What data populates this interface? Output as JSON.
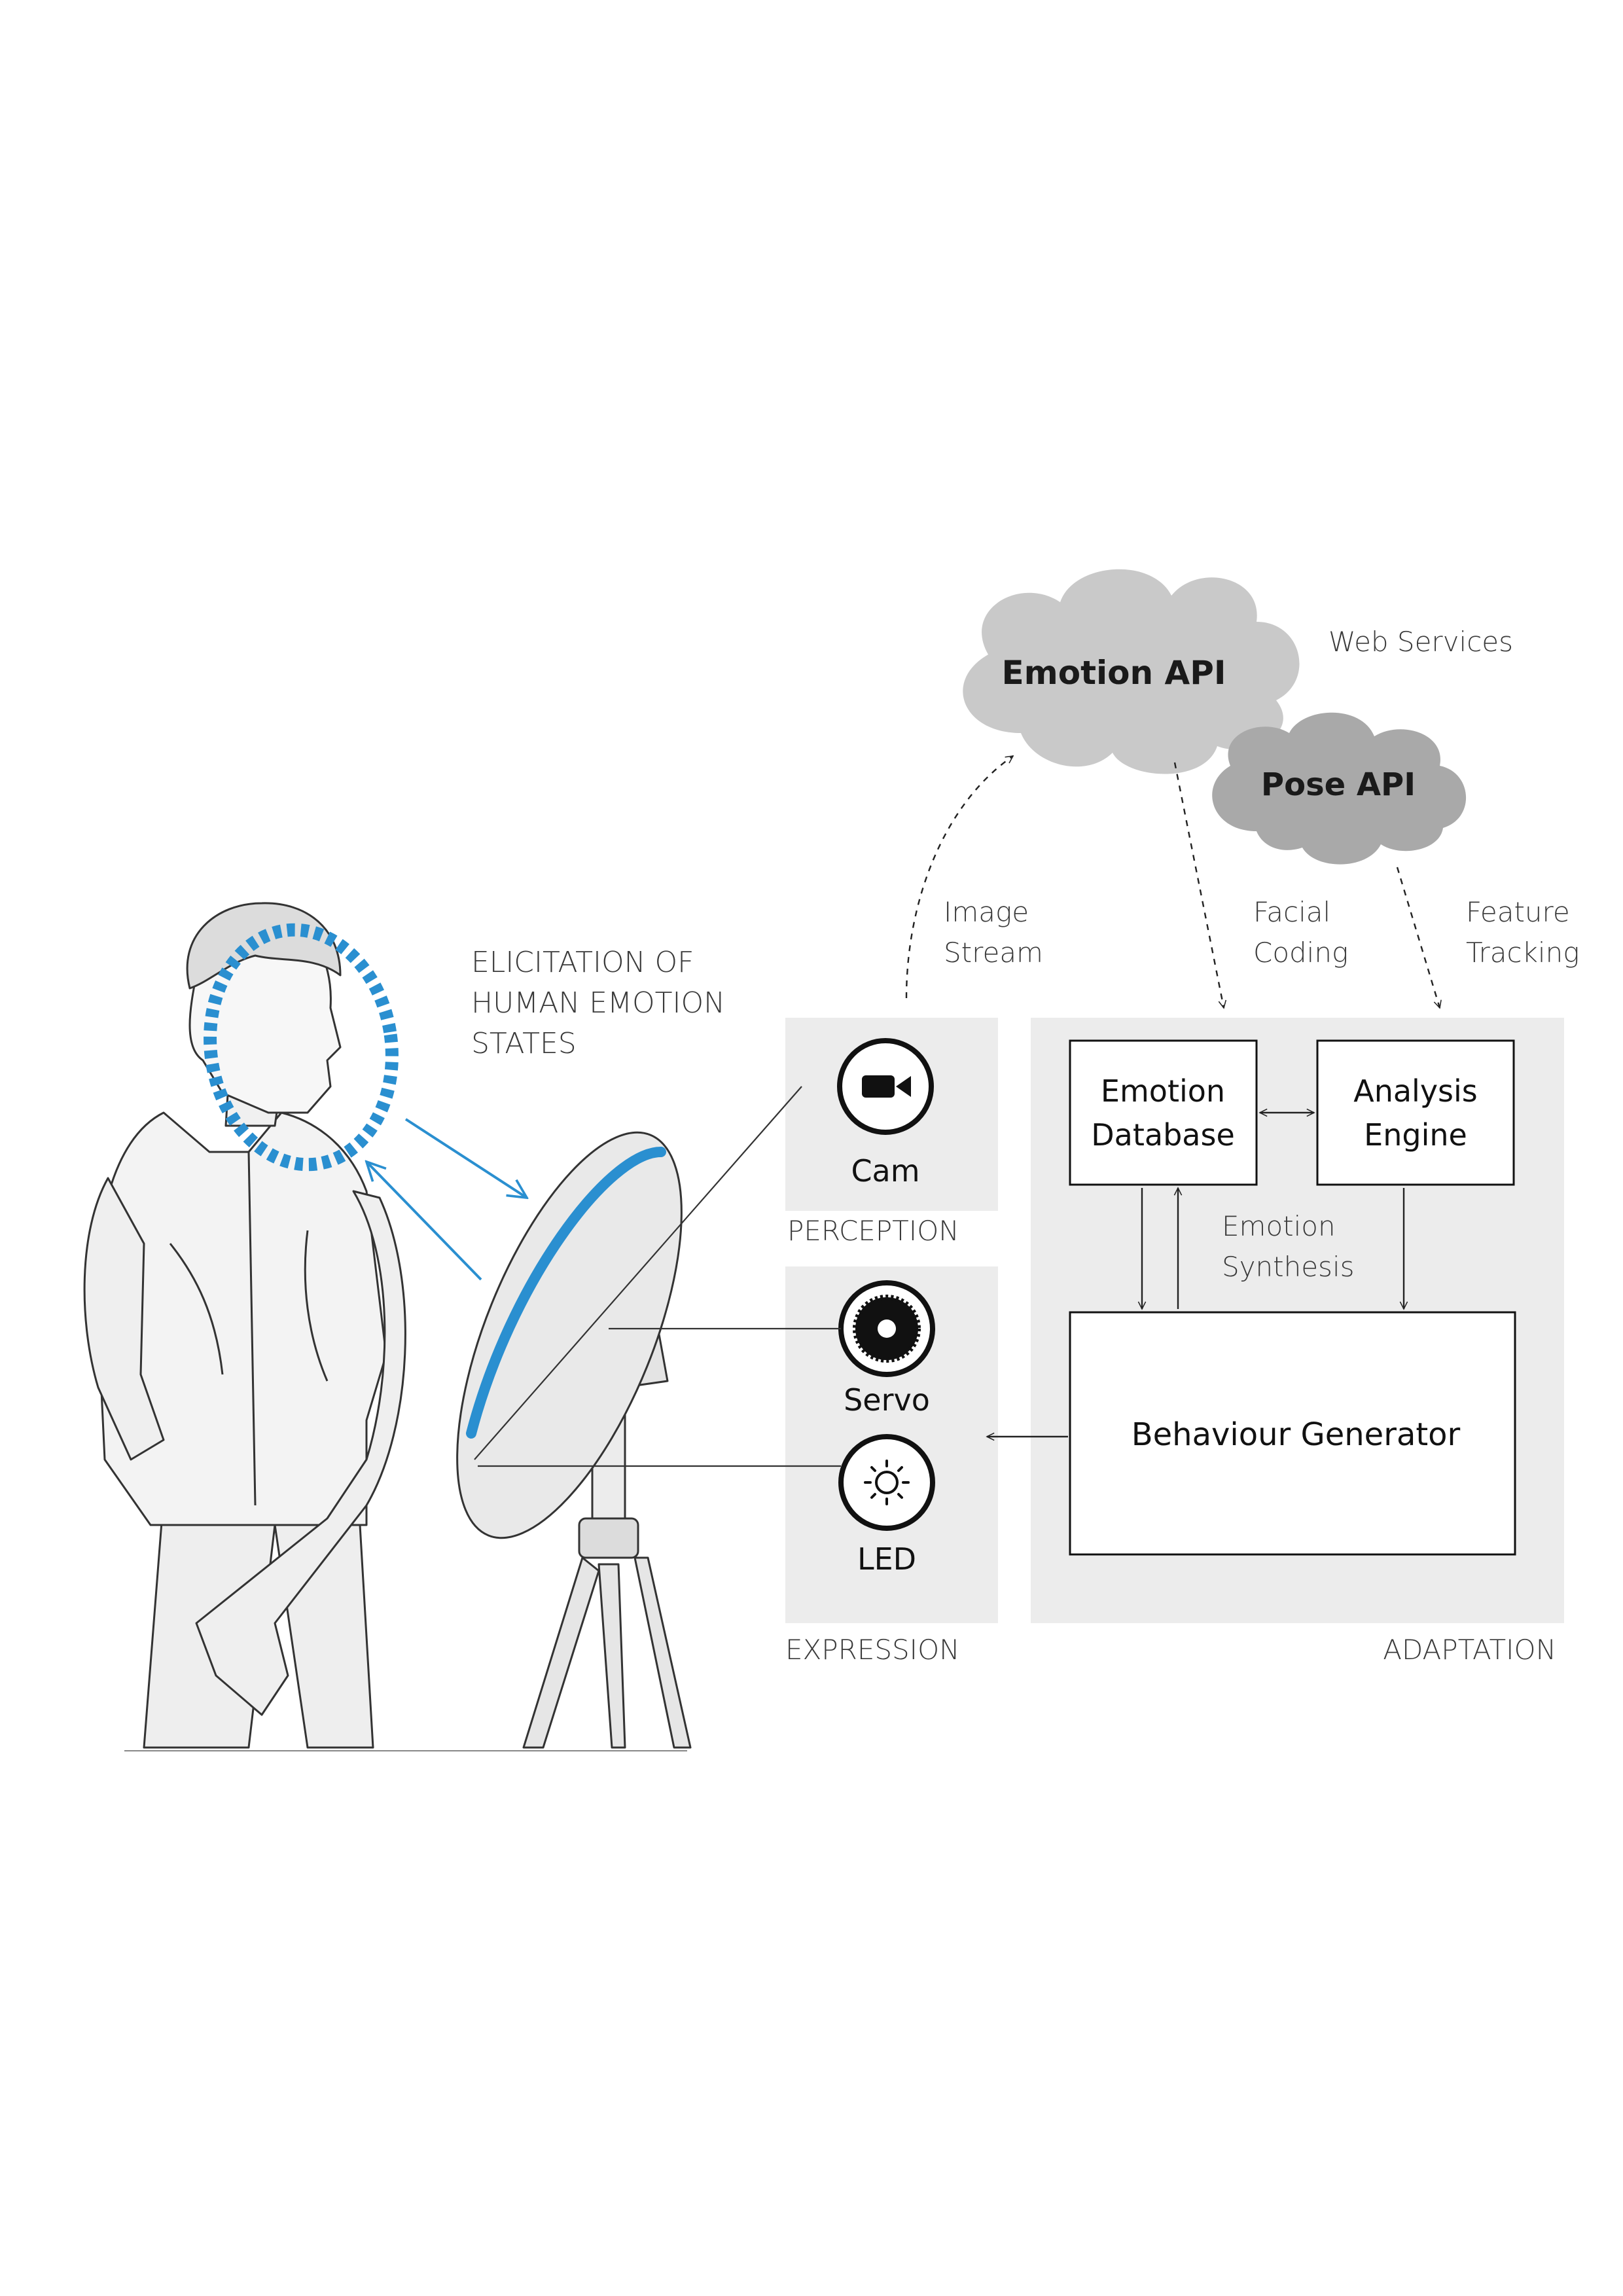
{
  "clouds": {
    "emotion_api": "Emotion API",
    "pose_api": "Pose API",
    "web_services": "Web Services"
  },
  "flows": {
    "image_stream_1": "Image",
    "image_stream_2": "Stream",
    "facial_coding_1": "Facial",
    "facial_coding_2": "Coding",
    "feature_tracking_1": "Feature",
    "feature_tracking_2": "Tracking",
    "emotion_synthesis_1": "Emotion",
    "emotion_synthesis_2": "Synthesis"
  },
  "elicitation": {
    "line1": "ELICITATION OF",
    "line2": "HUMAN EMOTION",
    "line3": "STATES"
  },
  "perception": {
    "title": "PERCEPTION",
    "cam_label": "Cam"
  },
  "expression": {
    "title": "EXPRESSION",
    "servo_label": "Servo",
    "led_label": "LED"
  },
  "adaptation": {
    "title": "ADAPTATION",
    "emotion_database_1": "Emotion",
    "emotion_database_2": "Database",
    "analysis_engine_1": "Analysis",
    "analysis_engine_2": "Engine",
    "behaviour_generator": "Behaviour Generator"
  },
  "colors": {
    "accent_blue": "#2a8fd0",
    "panel_grey": "#ececec",
    "cloud_light": "#c9c9c9",
    "cloud_dark": "#a9a9a9"
  }
}
